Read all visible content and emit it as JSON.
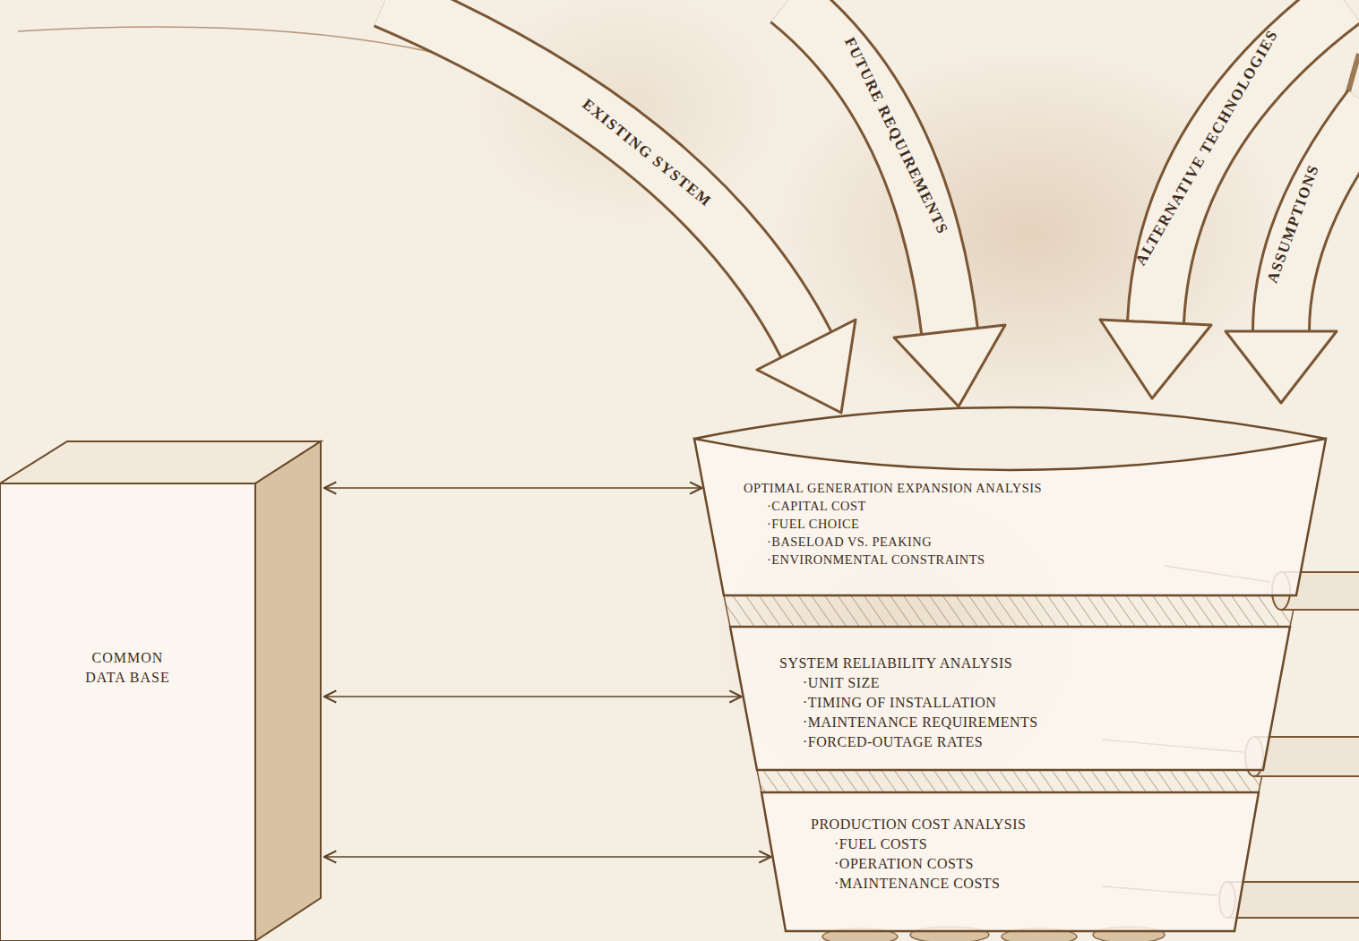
{
  "diagram": {
    "nodes": [
      {
        "text": [
          "COMMON DATA BASE"
        ]
      },
      {
        "text": [
          "OPTIMAL GENERATION EXPANSION ANALYSIS",
          "·CAPITAL COST",
          "·FUEL CHOICE",
          "·BASELOAD VS. PEAKING",
          "·ENVIRONMENTAL CONSTRAINTS"
        ]
      },
      {
        "text": [
          "SYSTEM RELIABILITY ANALYSIS",
          "·UNIT SIZE",
          "·TIMING OF INSTALLATION",
          "·MAINTENANCE REQUIREMENTS",
          "·FORCED-OUTAGE RATES"
        ]
      },
      {
        "text": [
          "PRODUCTION COST ANALYSIS",
          "·FUEL COSTS",
          "·OPERATION COSTS",
          "·MAINTENANCE COSTS"
        ]
      }
    ],
    "edges": [
      {
        "from": 0,
        "to": 1,
        "arrow": "both"
      },
      {
        "from": 0,
        "to": 2,
        "arrow": "both"
      },
      {
        "from": 0,
        "to": 3,
        "arrow": "both"
      }
    ],
    "labels": [
      "EXISTING SYSTEM",
      "FUTURE REQUIREMENTS",
      "ALTERNATIVE TECHNOLOGIES",
      "ASSUMPTIONS"
    ]
  }
}
